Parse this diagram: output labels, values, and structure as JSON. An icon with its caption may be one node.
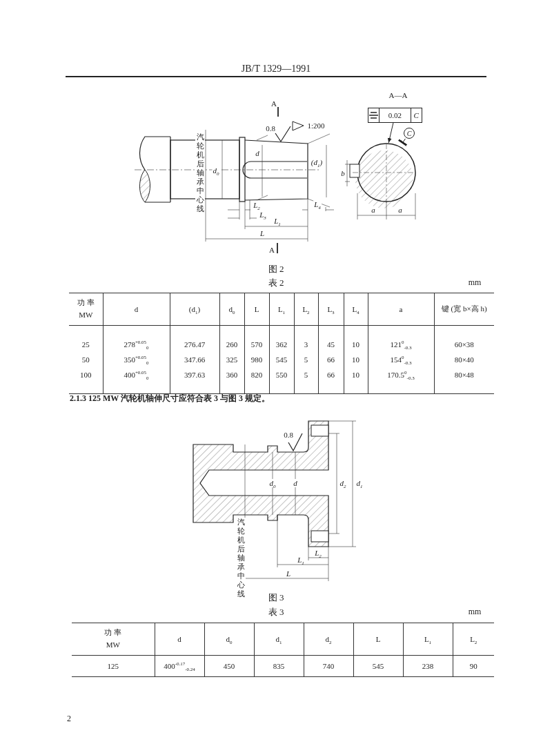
{
  "diagram": {
    "nodes": [
      {
        "text": [
          "0.02",
          "C"
        ]
      },
      {
        "text": [
          "C"
        ]
      },
      {
        "text": [],
        "shape": "circle"
      }
    ],
    "edges": [
      {
        "from": 0,
        "to": 2,
        "arrow": "to"
      },
      {
        "from": 1,
        "to": 2,
        "arrow": "other"
      }
    ],
    "labels": [
      "JB/T 1329—1991",
      "A",
      "A—A",
      "1:200",
      "0.8",
      "汽轮机后轴承中心线",
      "d$_{0}$",
      "d",
      "(d$_{1}$)",
      "b",
      "L$_{2}$",
      "L$_{4}$",
      "L$_{3}$",
      "a",
      "a",
      "L$_{1}$",
      "L",
      "A",
      "图 2",
      "表 2",
      "mm",
      "功 率 MW",
      "d",
      "(d$_{1}$)",
      "d$_{0}$",
      "L",
      "L$_{1}$",
      "L$_{2}$",
      "L$_{3}$",
      "L$_{4}$",
      "a",
      "键 (宽 b×高 h)",
      "25",
      "278$^{+0.05}$$_{0}$",
      "276.47",
      "260",
      "570",
      "362",
      "3",
      "45",
      "10",
      "121$^{0}$$_{-0.3}$",
      "60×38",
      "50",
      "350$^{+0.05}$$_{0}$",
      "347.66",
      "325",
      "980",
      "545",
      "5",
      "66",
      "10",
      "154$^{0}$$_{-0.3}$",
      "80×40",
      "100",
      "400$^{+0.05}$$_{0}$",
      "397.63",
      "360",
      "820",
      "550",
      "5",
      "66",
      "10",
      "170.5$^{0}$$_{-0.3}$",
      "80×48",
      "2.1.3 125 MW 汽轮机轴伸尺寸应符合表 3 与图 3 规定。",
      "0.8",
      "d$_{0}$",
      "d",
      "d$_{2}$",
      "d$_{1}$",
      "汽轮机后轴承中心线",
      "L$_{2}$",
      "L$_{1}$",
      "L",
      "图 3",
      "表 3",
      "mm",
      "功 率 MW",
      "d",
      "d$_{0}$",
      "d$_{1}$",
      "d$_{2}$",
      "L",
      "L$_{1}$",
      "L$_{2}$",
      "125",
      "400$^{-0.17}$$_{-0.24}$",
      "450",
      "835",
      "740",
      "545",
      "238",
      "90",
      "2"
    ]
  }
}
